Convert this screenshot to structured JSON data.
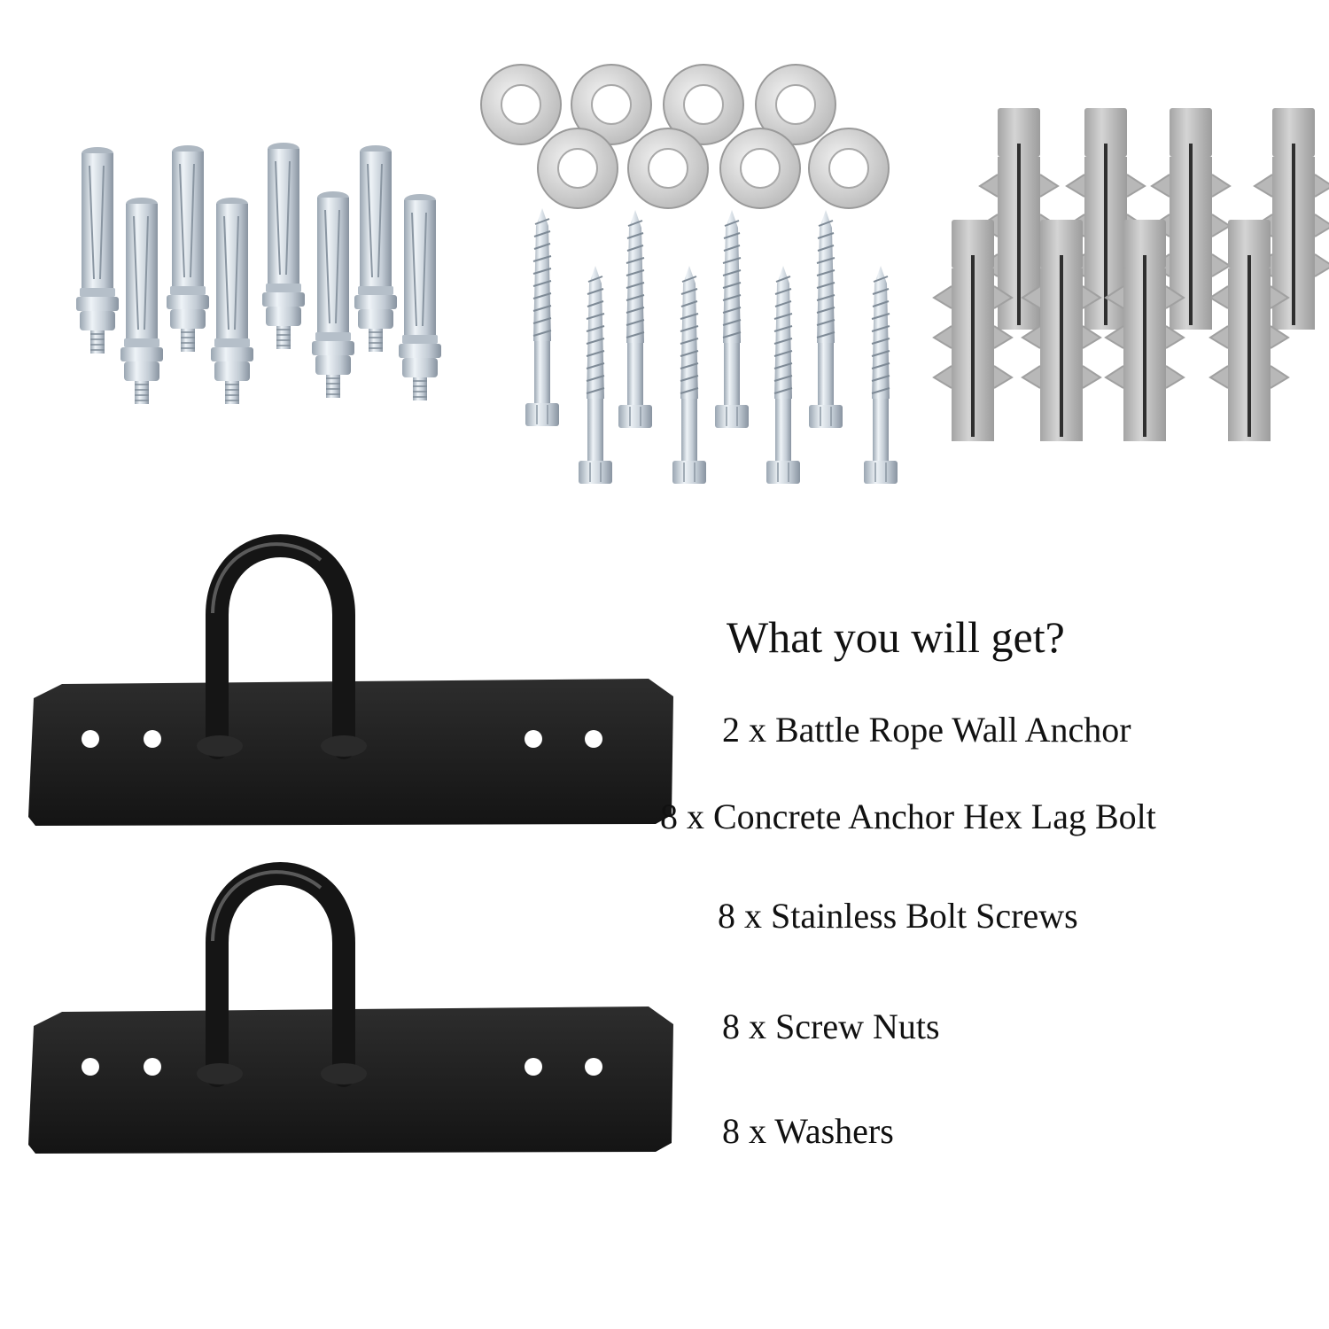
{
  "heading": "What you will get?",
  "items": [
    "2 x Battle Rope Wall Anchor",
    "8 x Concrete Anchor Hex Lag Bolt",
    "8 x Stainless Bolt Screws",
    "8 x Screw Nuts",
    "8 x Washers"
  ],
  "colors": {
    "steel": "#c9d3dc",
    "steel_dark": "#8e9aa6",
    "plastic": "#b9b9b9",
    "plate": "#1c1c1c"
  }
}
